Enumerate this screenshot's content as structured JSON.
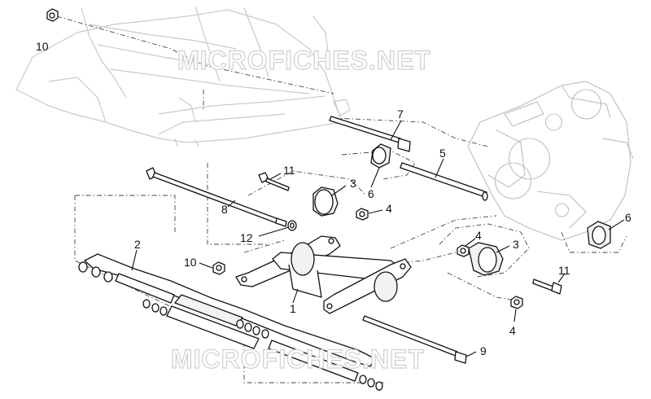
{
  "watermark": {
    "top": "MICROFICHES.NET",
    "bottom": "MICROFICHES.NET"
  },
  "callouts": {
    "c1": "1",
    "c2": "2",
    "c3a": "3",
    "c3b": "3",
    "c4a": "4",
    "c4b": "4",
    "c4c": "4",
    "c5": "5",
    "c6a": "6",
    "c6b": "6",
    "c7": "7",
    "c8": "8",
    "c9": "9",
    "c10a": "10",
    "c10b": "10",
    "c11a": "11",
    "c11b": "11",
    "c12": "12"
  }
}
